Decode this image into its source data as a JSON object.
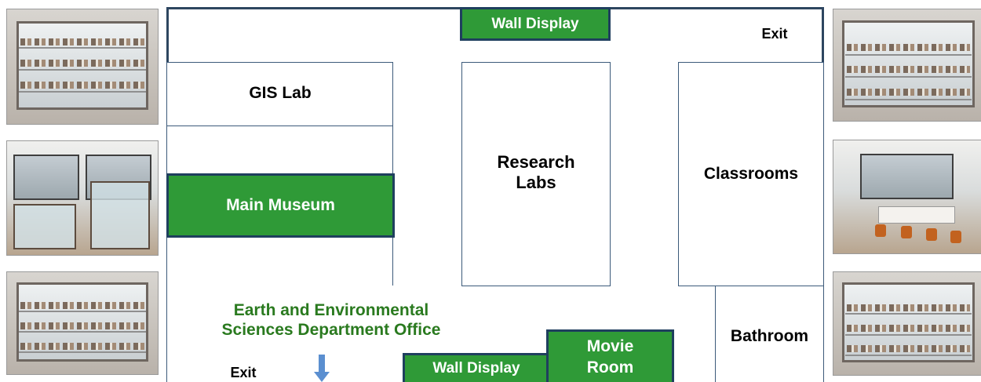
{
  "rooms": {
    "gis_lab": "GIS Lab",
    "main_museum": "Main Museum",
    "research_labs_line1": "Research",
    "research_labs_line2": "Labs",
    "classrooms": "Classrooms",
    "bathroom": "Bathroom",
    "movie_room_line1": "Movie",
    "movie_room_line2": "Room",
    "wall_display_top": "Wall Display",
    "wall_display_bottom": "Wall Display",
    "exit_top": "Exit",
    "exit_bottom": "Exit",
    "dept_office_line1": "Earth and Environmental",
    "dept_office_line2": "Sciences Department Office"
  },
  "colors": {
    "highlight_green": "#2f9a37",
    "wall_blue": "#2e4660",
    "office_text_green": "#2a7a1f",
    "arrow_blue": "#5b8fd0"
  },
  "photos": {
    "left": [
      "display-case-photo",
      "museum-room-photo",
      "display-case-photo"
    ],
    "right": [
      "display-case-photo",
      "classroom-photo",
      "display-case-photo"
    ]
  }
}
